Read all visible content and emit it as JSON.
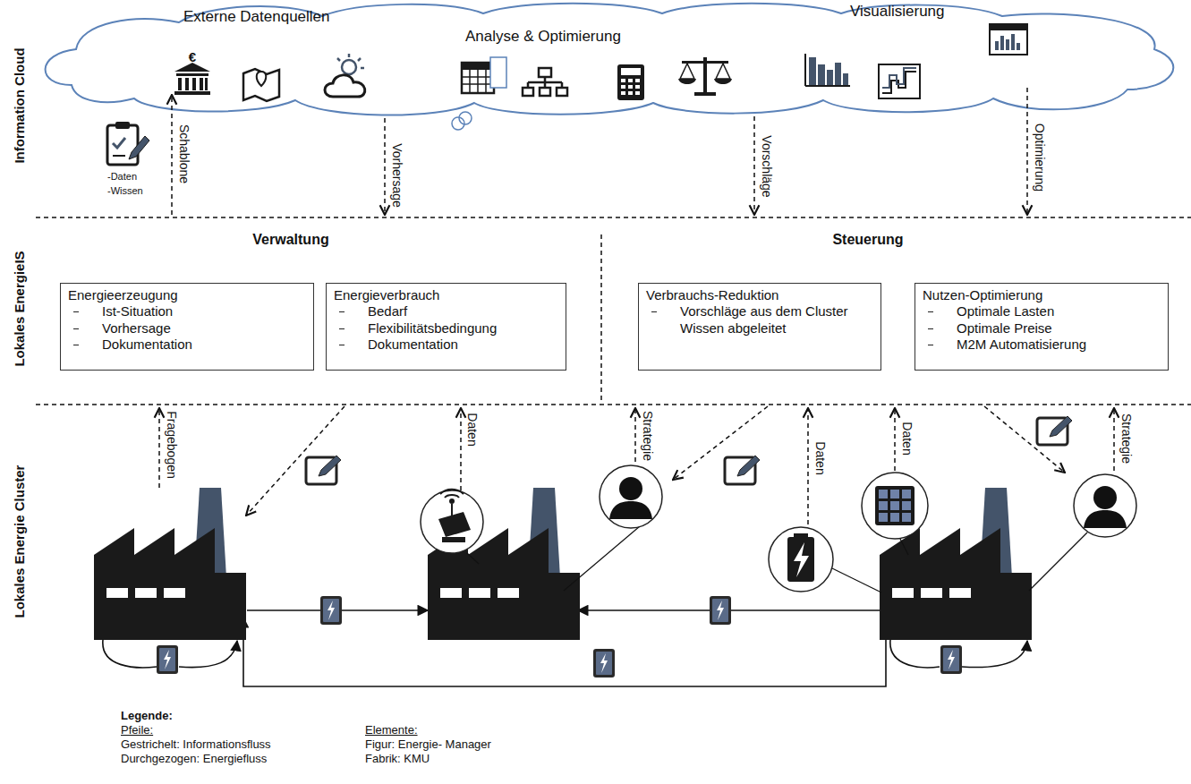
{
  "diagram": {
    "nodes": [
      {
        "text": [
          "Externe Datenquellen",
          "Analyse & Optimierung",
          "Visualisierung"
        ]
      },
      {
        "text": [
          "Energieerzeugung",
          "Ist-Situation",
          "Vorhersage",
          "Dokumentation"
        ]
      },
      {
        "text": [
          "Energieverbrauch",
          "Bedarf",
          "Flexibilitätsbedingung",
          "Dokumentation"
        ]
      },
      {
        "text": [
          "Verbrauchs-Reduktion",
          "Vorschläge aus dem Cluster Wissen abgeleitet"
        ]
      },
      {
        "text": [
          "Nutzen-Optimierung",
          "Optimale Lasten",
          "Optimale Preise",
          "M2M Automatisierung"
        ]
      }
    ],
    "labels": [
      "Information Cloud",
      "Lokales EnergieIS",
      "Lokales Energie Cluster",
      "Verwaltung",
      "Steuerung",
      "€",
      "-Daten",
      "-Wissen",
      "Schablone",
      "Vorhersage",
      "Vorschläge",
      "Optimierung",
      "Fragebogen",
      "Daten",
      "Strategie",
      "Daten",
      "Daten",
      "Strategie",
      "Legende:",
      "Pfeile:",
      "Elemente:"
    ],
    "legend": [
      {
        "text": "Gestrichelt: Informationsfluss"
      },
      {
        "text": "Durchgezogen: Energiefluss"
      },
      {
        "text": "Figur: Energie- Manager"
      },
      {
        "text": "Fabrik: KMU"
      }
    ]
  }
}
